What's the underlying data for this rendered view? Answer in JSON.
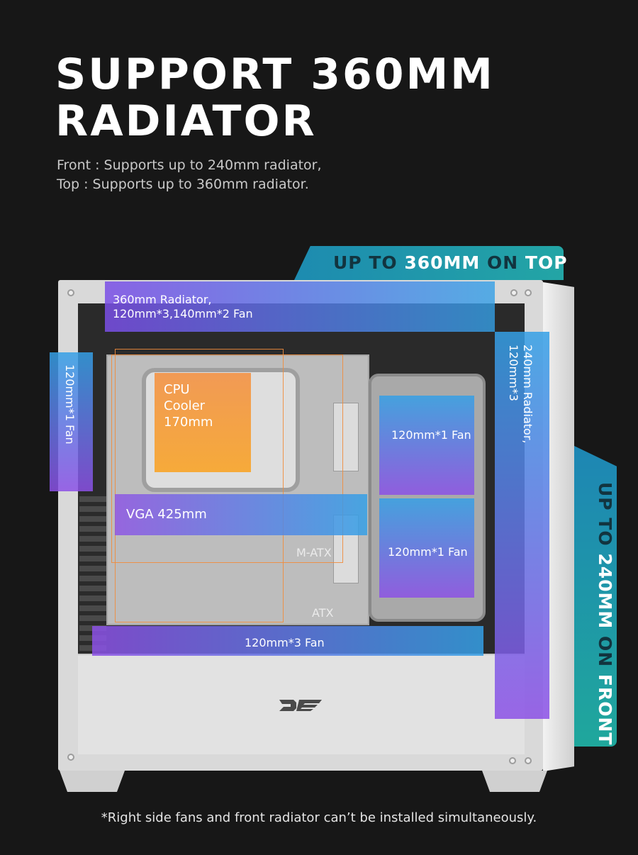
{
  "header": {
    "title_line1": "SUPPORT 360MM",
    "title_line2": "RADIATOR",
    "sub_line1": "Front : Supports up to 240mm radiator,",
    "sub_line2": "Top : Supports up to 360mm radiator."
  },
  "tabs": {
    "top": {
      "part1": "UP TO ",
      "part2": "360MM",
      "part3": " ON ",
      "part4": "TOP"
    },
    "front": {
      "part1": "UP TO ",
      "part2": "240MM",
      "part3": " ON ",
      "part4": "FRONT"
    }
  },
  "labels": {
    "top_radiator_line1": "360mm Radiator,",
    "top_radiator_line2": "120mm*3,140mm*2 Fan",
    "rear_fan": "120mm*1 Fan",
    "front_radiator_line1": "240mm Radiator,",
    "front_radiator_line2": "120mm*3",
    "cpu_line1": "CPU",
    "cpu_line2": "Cooler",
    "cpu_line3": "170mm",
    "vga": "VGA 425mm",
    "matx": "M-ATX",
    "atx": "ATX",
    "side_fan_1": "120mm*1 Fan",
    "side_fan_2": "120mm*1 Fan",
    "bottom_fan": "120mm*3 Fan"
  },
  "footer": {
    "note": "*Right side fans and front radiator can’t be installed simultaneously."
  },
  "colors": {
    "background": "#171717",
    "tab_teal": "#1fa0a8",
    "overlay_purple": "#7a4ee6",
    "overlay_blue": "#34a0e6",
    "cpu_orange": "#f4a146"
  }
}
